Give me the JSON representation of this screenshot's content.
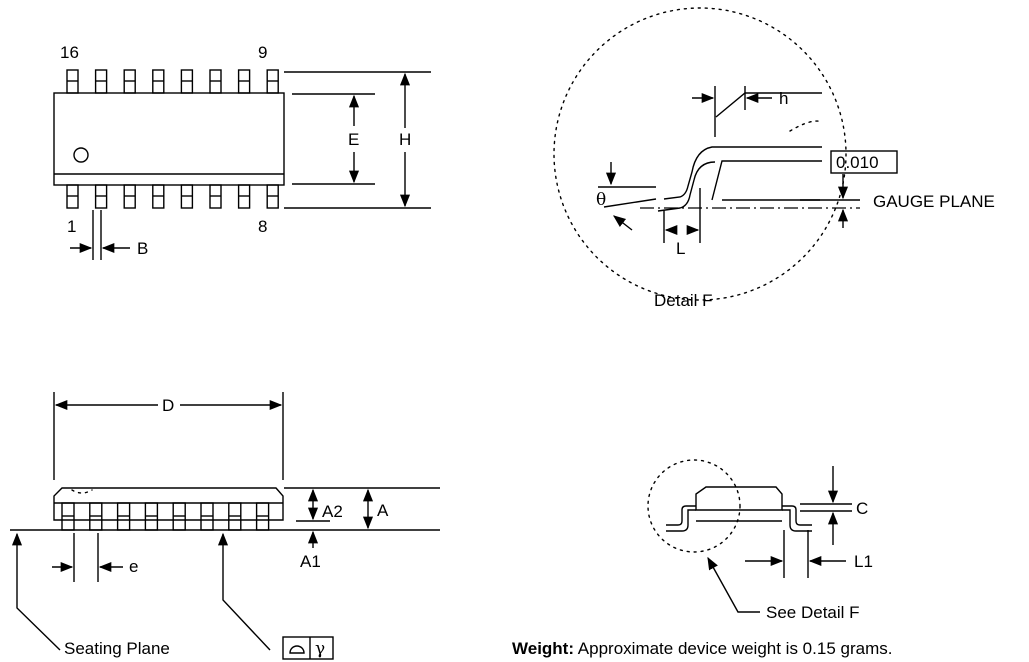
{
  "top_view": {
    "pin_16": "16",
    "pin_9": "9",
    "pin_1": "1",
    "pin_8": "8",
    "dim_E": "E",
    "dim_H": "H",
    "dim_B": "B"
  },
  "detail_f": {
    "dim_h": "h",
    "gauge_value": "0.010",
    "gauge_plane": "GAUGE PLANE",
    "theta": "θ",
    "dim_L": "L",
    "caption": "Detail F"
  },
  "side_view": {
    "dim_D": "D",
    "dim_A2": "A2",
    "dim_A": "A",
    "dim_A1": "A1",
    "dim_e": "e",
    "seating_plane": "Seating Plane",
    "gamma": "γ"
  },
  "end_view": {
    "dim_C": "C",
    "dim_L1": "L1",
    "see_detail": "See Detail F"
  },
  "weight": {
    "label": "Weight:",
    "text": " Approximate device weight is 0.15 grams."
  }
}
